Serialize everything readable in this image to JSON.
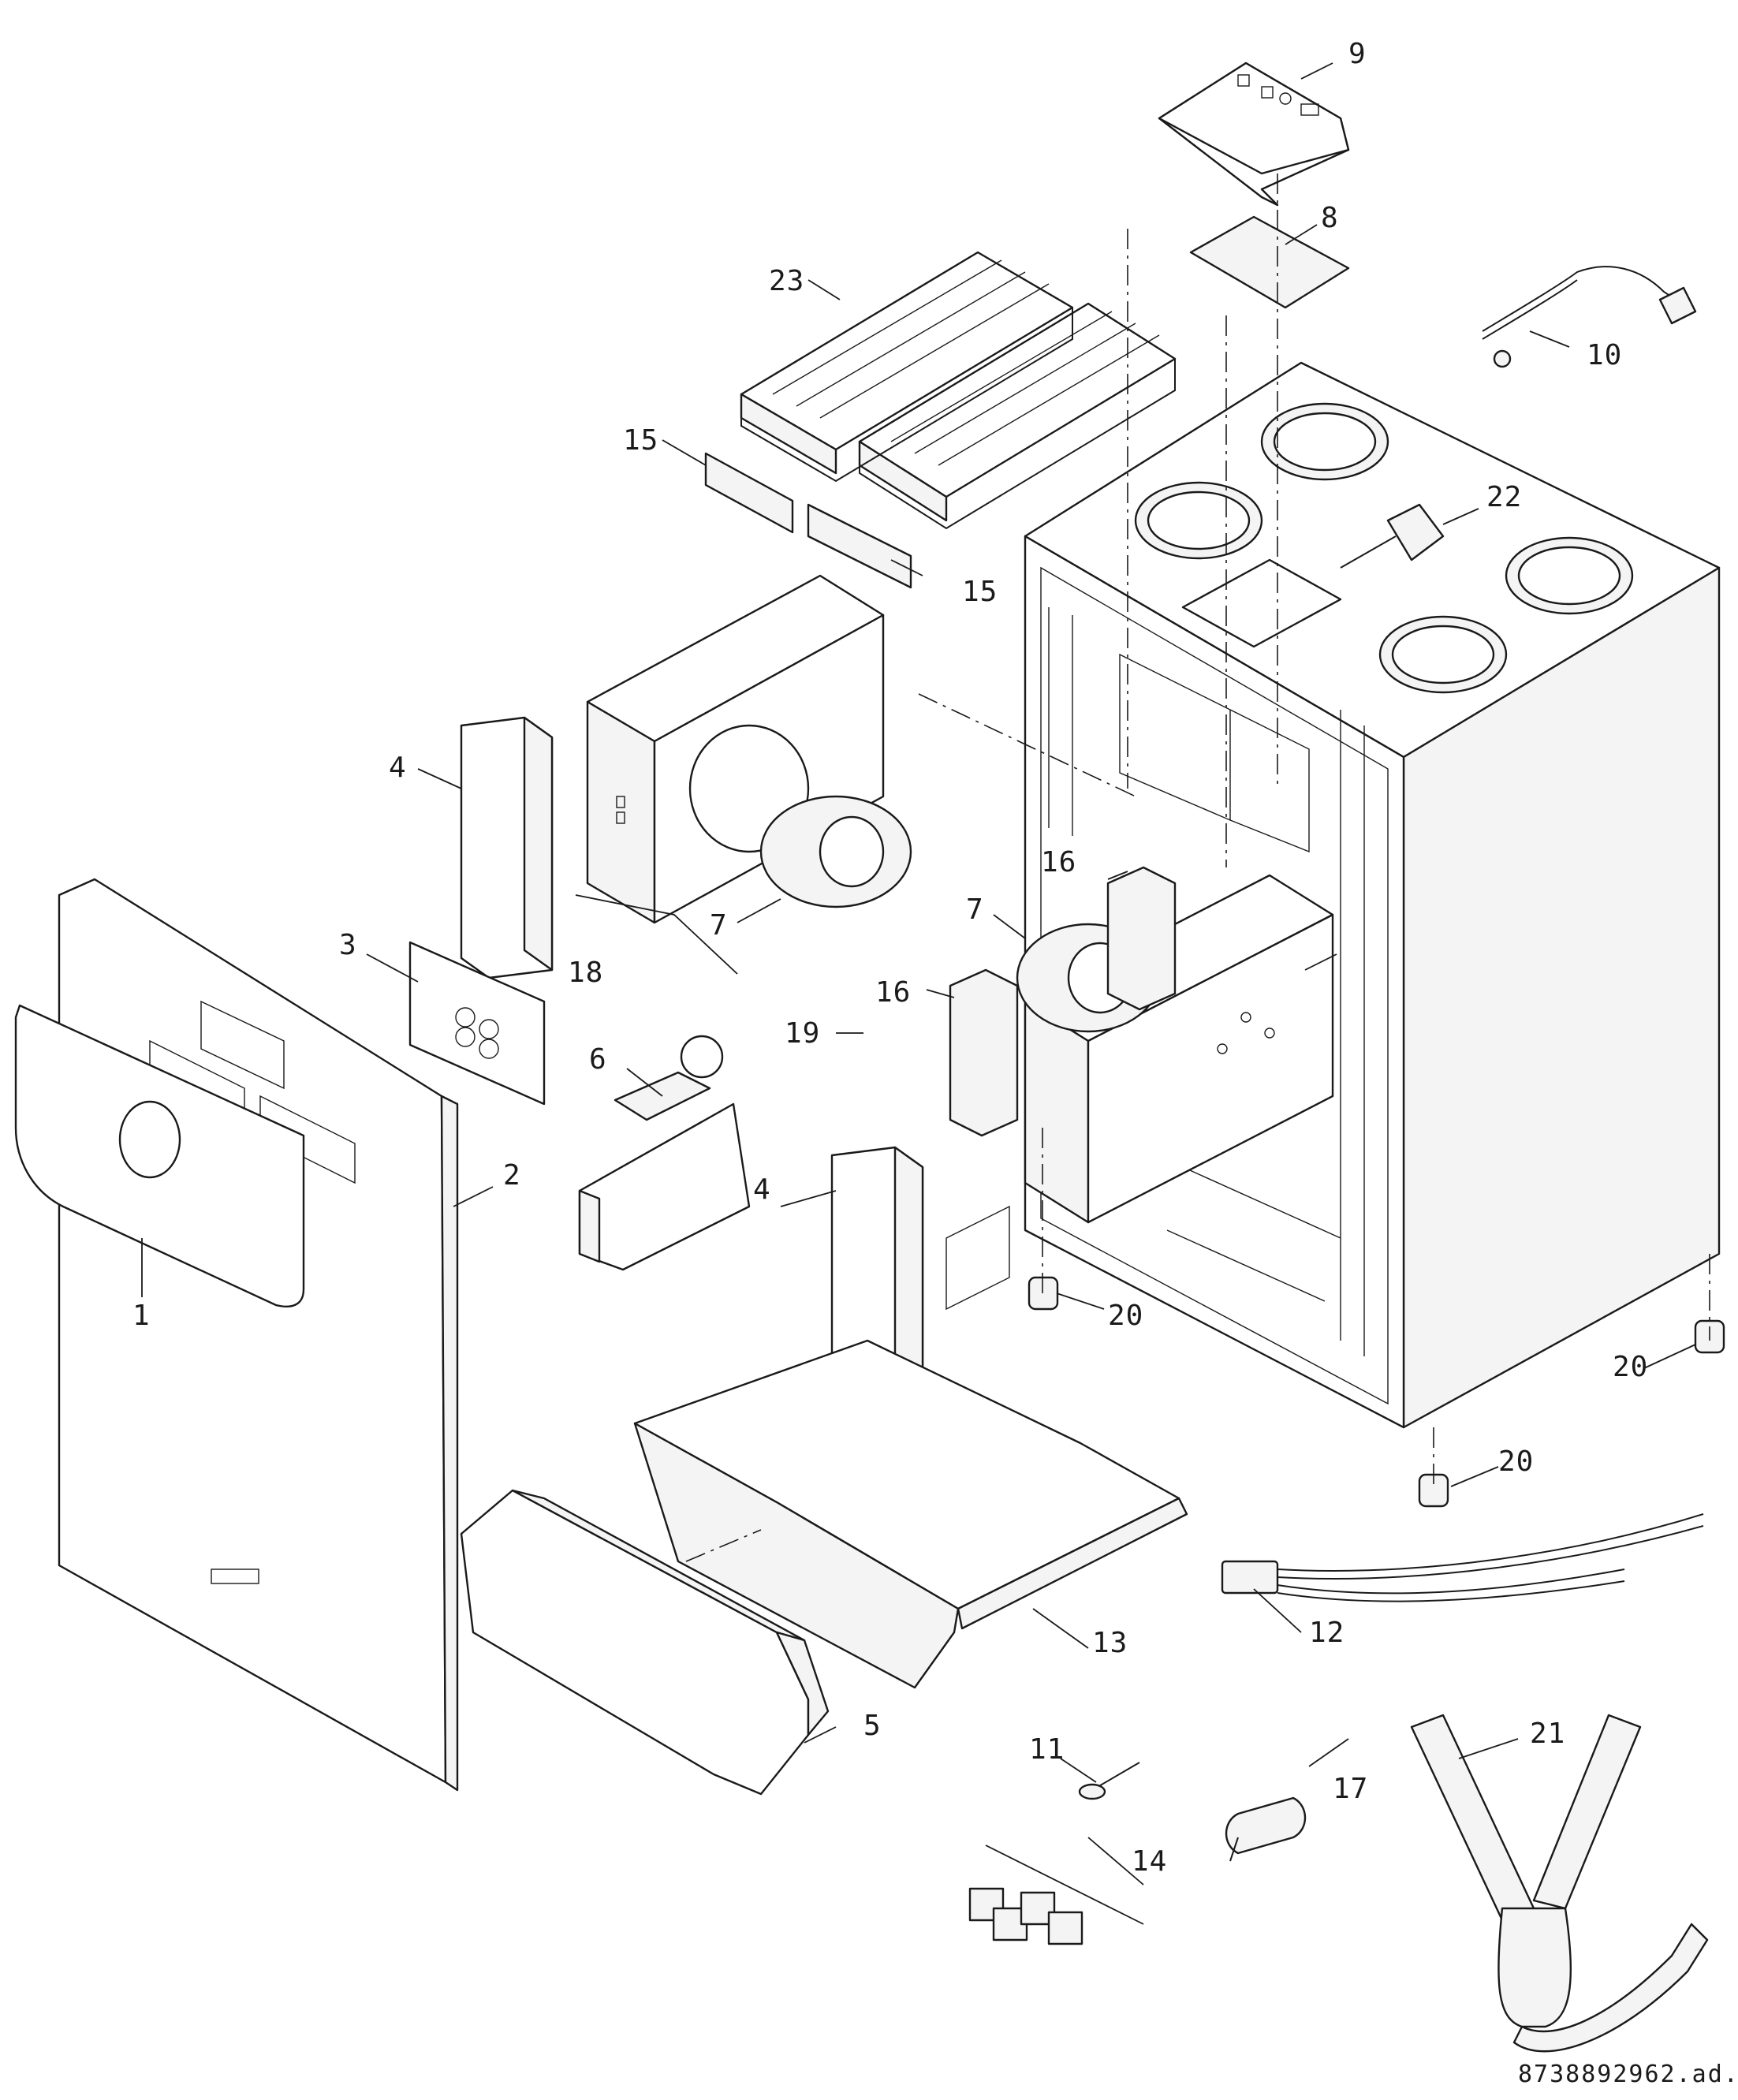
{
  "drawing": {
    "document_number": "8738892962.ad.",
    "colors": {
      "line": "#1a1a1a",
      "part_fill": "#f4f4f4",
      "background": "#ffffff"
    },
    "callouts": {
      "c1": "1",
      "c2": "2",
      "c3": "3",
      "c4a": "4",
      "c4b": "4",
      "c5": "5",
      "c6": "6",
      "c7a": "7",
      "c7b": "7",
      "c8": "8",
      "c9": "9",
      "c10": "10",
      "c11": "11",
      "c12": "12",
      "c13": "13",
      "c14": "14",
      "c15a": "15",
      "c15b": "15",
      "c16a": "16",
      "c16b": "16",
      "c17": "17",
      "c18": "18",
      "c19": "19",
      "c20a": "20",
      "c20b": "20",
      "c20c": "20",
      "c21": "21",
      "c22": "22",
      "c23": "23"
    }
  }
}
